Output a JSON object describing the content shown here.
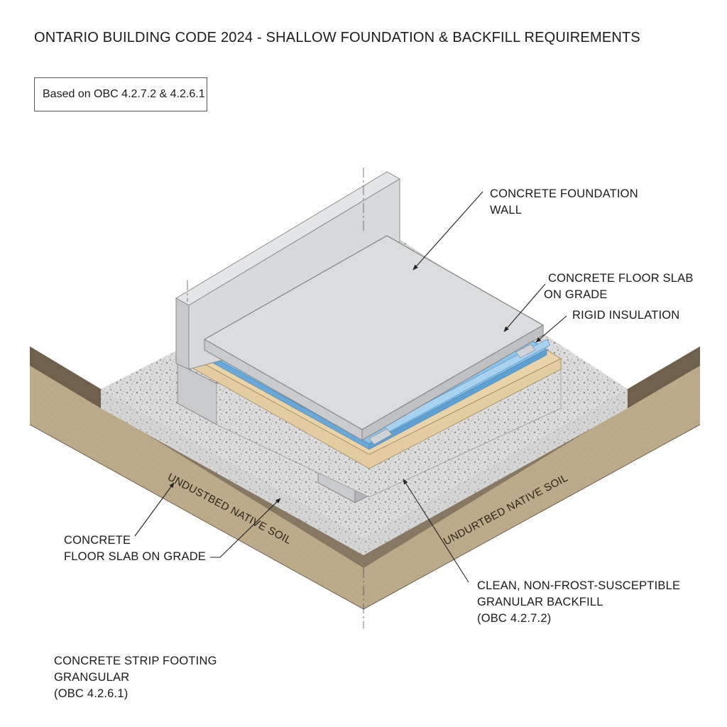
{
  "title": "ONTARIO BUILDING CODE 2024 - SHALLOW FOUNDATION & BACKFILL REQUIREMENTS",
  "subtitle": "Based on OBC 4.2.7.2 & 4.2.6.1",
  "labels": {
    "foundation_wall": [
      "CONCRETE FOUNDATION",
      "WALL"
    ],
    "floor_slab_right": [
      "CONCRETE FLOOR SLAB",
      "ON GRADE"
    ],
    "rigid_insulation": [
      "RIGID INSULATION"
    ],
    "floor_slab_left": [
      "CONCRETE",
      "FLOOR SLAB ON GRADE"
    ],
    "granular_backfill": [
      "CLEAN, NON-FROST-SUSCEPTIBLE",
      "GRANULAR BACKFILL",
      "(OBC 4.2.7.2)"
    ],
    "strip_footing": [
      "CONCRETE STRIP FOOTING",
      "GRANGULAR",
      "(OBC 4.2.6.1)"
    ],
    "soil_left": "UNDUSTBED NATIVE SOIL",
    "soil_right": "UNDURTBED NATIVE SOIL"
  },
  "colors": {
    "soil": "#b9a98a",
    "soil_dark": "#7a6b58",
    "gravel": "#d9d9d9",
    "concrete": "#d6d8da",
    "insulation": "#8fc3e8",
    "sand_layer": "#e6cfa4"
  }
}
